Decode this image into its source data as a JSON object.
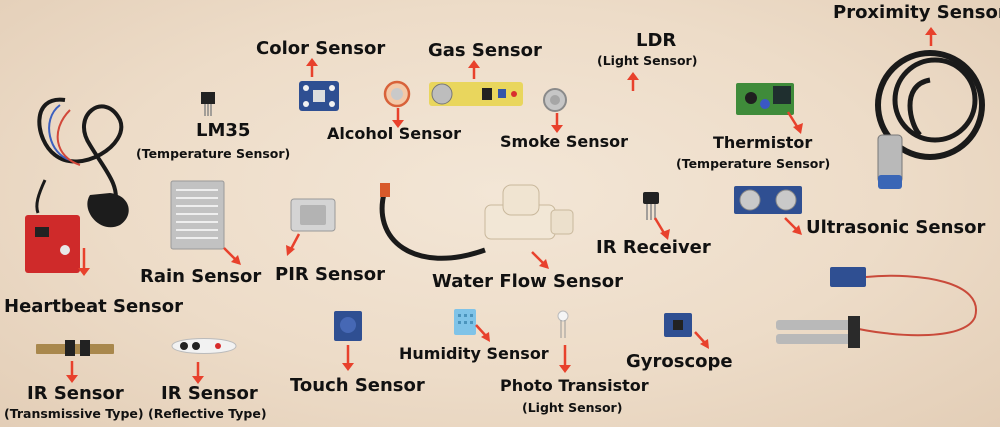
{
  "labels": {
    "color_sensor": "Color Sensor",
    "gas_sensor": "Gas Sensor",
    "ldr": "LDR",
    "ldr_sub": "(Light Sensor)",
    "proximity_sensor": "Proximity Sensor",
    "lm35": "LM35",
    "lm35_sub": "(Temperature Sensor)",
    "alcohol_sensor": "Alcohol Sensor",
    "smoke_sensor": "Smoke Sensor",
    "thermistor": "Thermistor",
    "thermistor_sub": "(Temperature Sensor)",
    "rain_sensor": "Rain Sensor",
    "pir_sensor": "PIR Sensor",
    "water_flow_sensor": "Water Flow Sensor",
    "ir_receiver": "IR Receiver",
    "ultrasonic_sensor": "Ultrasonic Sensor",
    "heartbeat_sensor": "Heartbeat Sensor",
    "humidity_sensor": "Humidity Sensor",
    "gyroscope": "Gyroscope",
    "ir_sensor_transmissive": "IR Sensor",
    "ir_sensor_transmissive_sub": "(Transmissive Type)",
    "ir_sensor_reflective": "IR Sensor",
    "ir_sensor_reflective_sub": "(Reflective Type)",
    "touch_sensor": "Touch Sensor",
    "photo_transistor": "Photo Transistor",
    "photo_transistor_sub": "(Light Sensor)"
  },
  "colors": {
    "background": "#eddcc8",
    "arrow": "#e8412c",
    "label_text": "#111111",
    "module_blue": "#2f4f92",
    "module_red": "#cf2a2a",
    "module_green": "#3f8b3a",
    "cable_black": "#1a1a1a"
  }
}
